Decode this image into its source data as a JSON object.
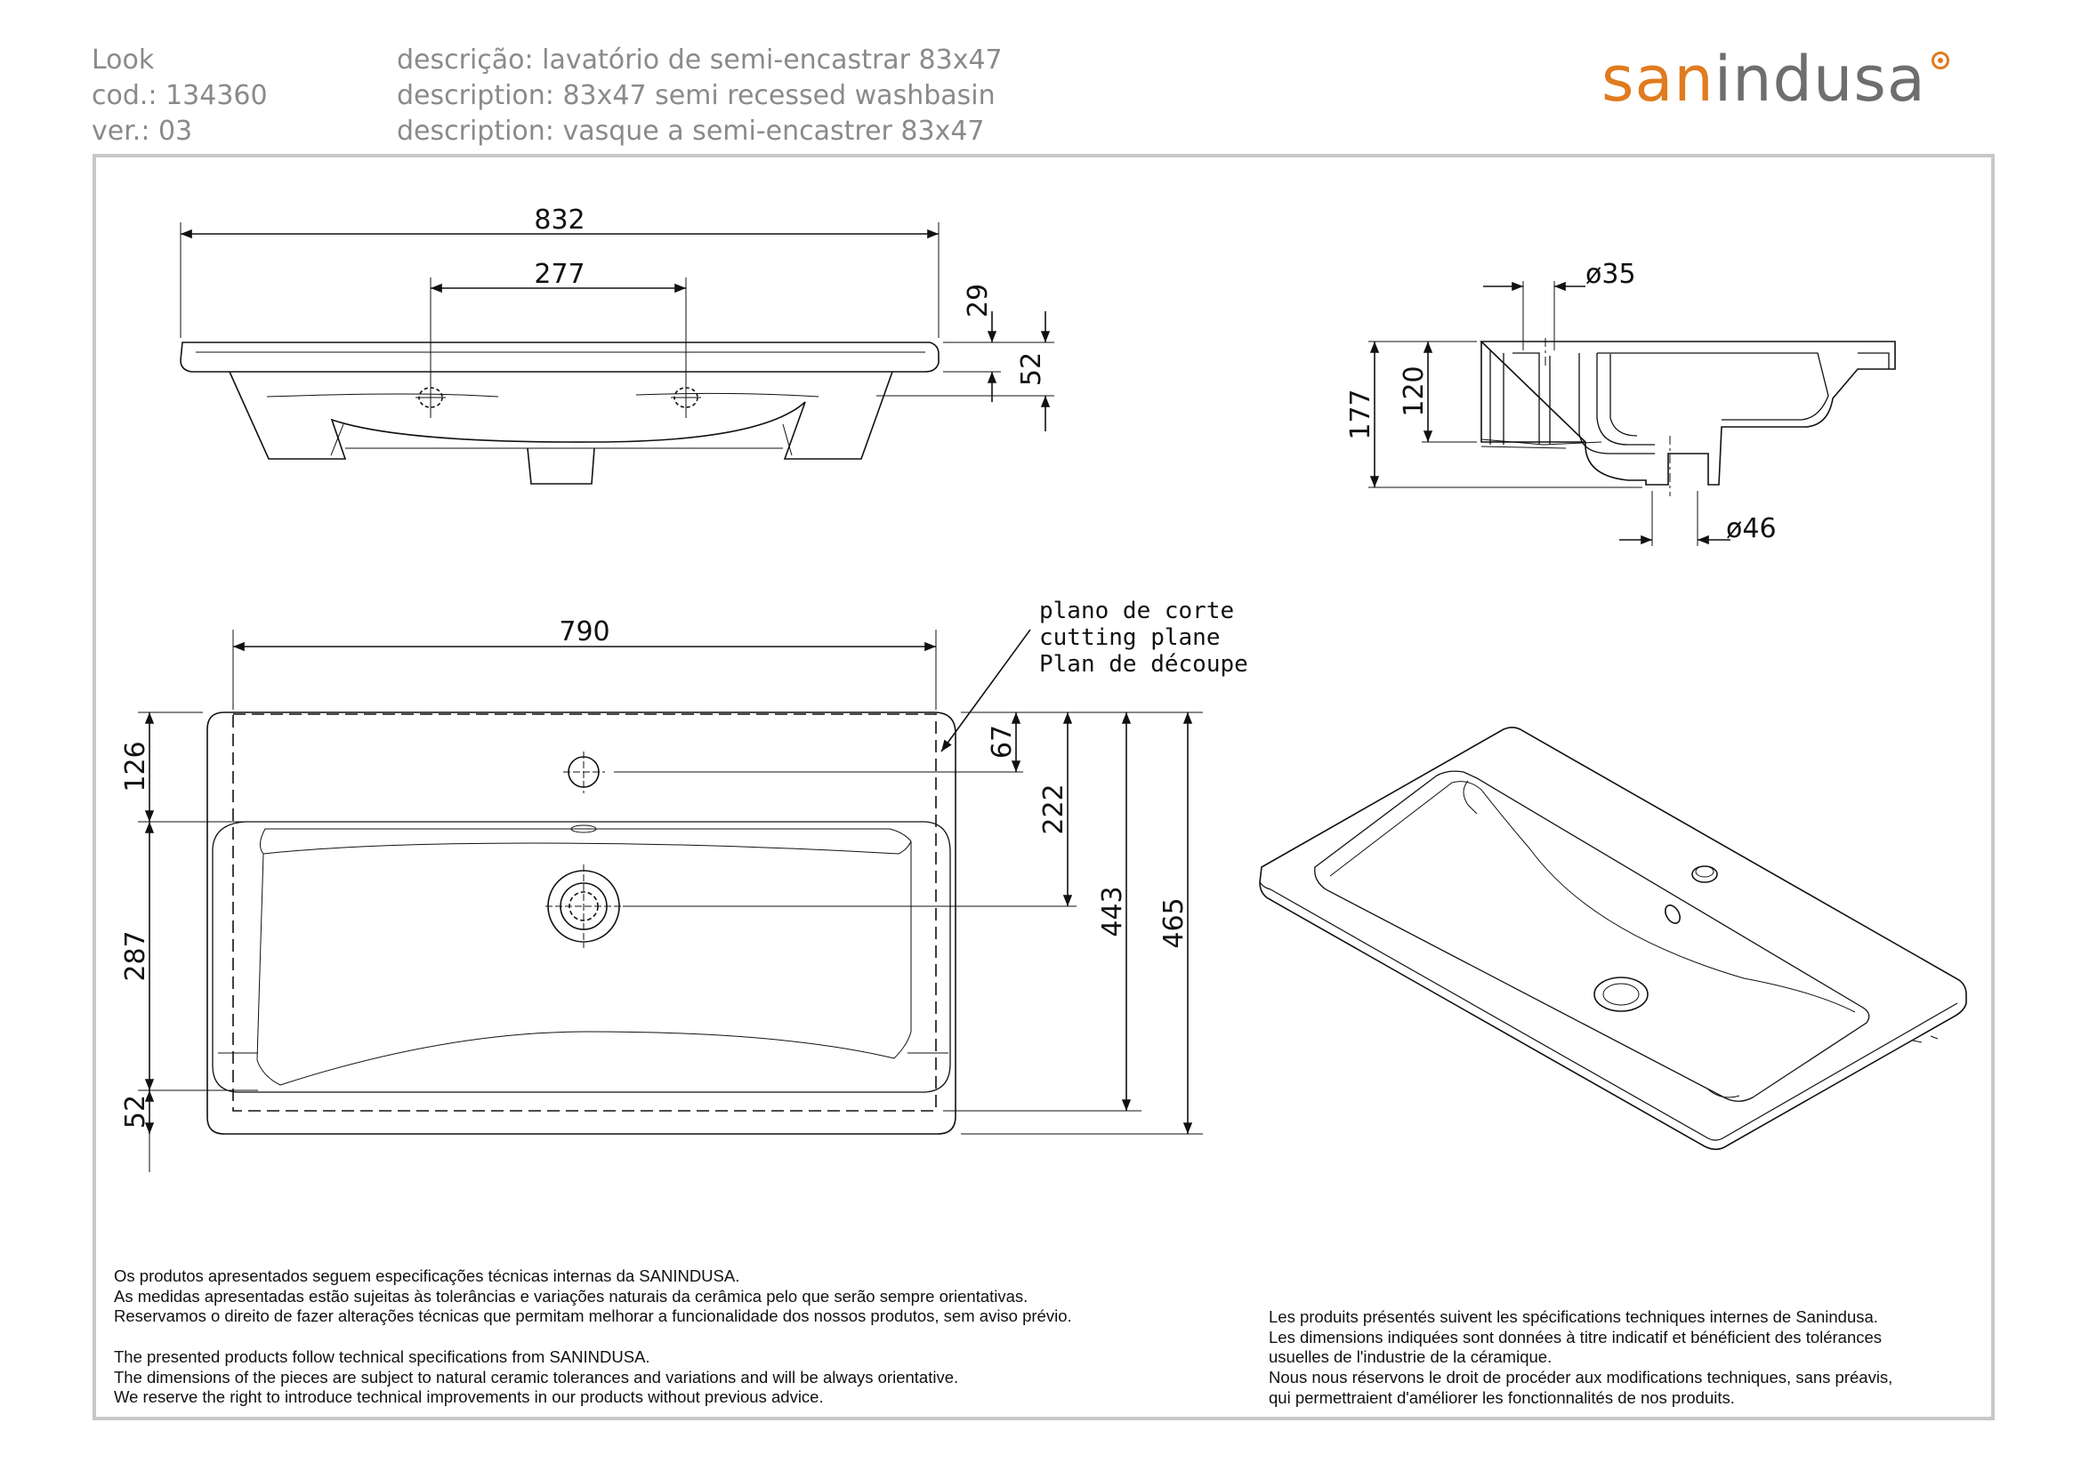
{
  "header": {
    "model": "Look",
    "code": "cod.: 134360",
    "version": "ver.: 03",
    "desc_pt": "descrição: lavatório de semi-encastrar 83x47",
    "desc_en": "description: 83x47 semi recessed washbasin",
    "desc_fr": "description: vasque a semi-encastrer 83x47"
  },
  "logo": {
    "part1": "san",
    "part2": "indusa",
    "accent_color": "#e07b1f",
    "text_color": "#6e6e6e"
  },
  "drawing": {
    "front_view": {
      "dim_total": "832",
      "dim_holes": "277",
      "dim_top": "29",
      "dim_height": "52"
    },
    "section_view": {
      "dim_tap": "ø35",
      "dim_depth": "120",
      "dim_total": "177",
      "dim_waste": "ø46"
    },
    "plan_view": {
      "dim_width": "790",
      "dim_tap_from_back": "126",
      "dim_bowl": "287",
      "dim_front": "52",
      "dim_cut_tap": "67",
      "dim_waste_from_back": "222",
      "dim_cut_depth": "443",
      "dim_total_depth": "465",
      "cutting_plane_pt": "plano de corte",
      "cutting_plane_en": "cutting plane",
      "cutting_plane_fr": "Plan de découpe"
    }
  },
  "notes": {
    "pt": [
      "Os produtos apresentados seguem especificações técnicas internas da SANINDUSA.",
      "As medidas apresentadas estão sujeitas às tolerâncias e variações naturais da cerâmica pelo que serão sempre orientativas.",
      "Reservamos o direito de fazer alterações técnicas que permitam melhorar a funcionalidade dos nossos produtos, sem aviso prévio."
    ],
    "en": [
      "The presented products follow technical specifications from SANINDUSA.",
      "The dimensions of the pieces are subject to natural ceramic tolerances and variations and will be always orientative.",
      "We reserve the right to introduce technical improvements in our products without previous advice."
    ],
    "fr": [
      "Les produits présentés suivent les spécifications techniques internes de Sanindusa.",
      "Les dimensions indiquées sont données à titre indicatif et bénéficient des tolérances",
      "usuelles de l'industrie de la céramique.",
      "Nous nous réservons le droit de procéder aux modifications techniques, sans préavis,",
      "qui permettraient d'améliorer les fonctionnalités de nos produits."
    ]
  }
}
